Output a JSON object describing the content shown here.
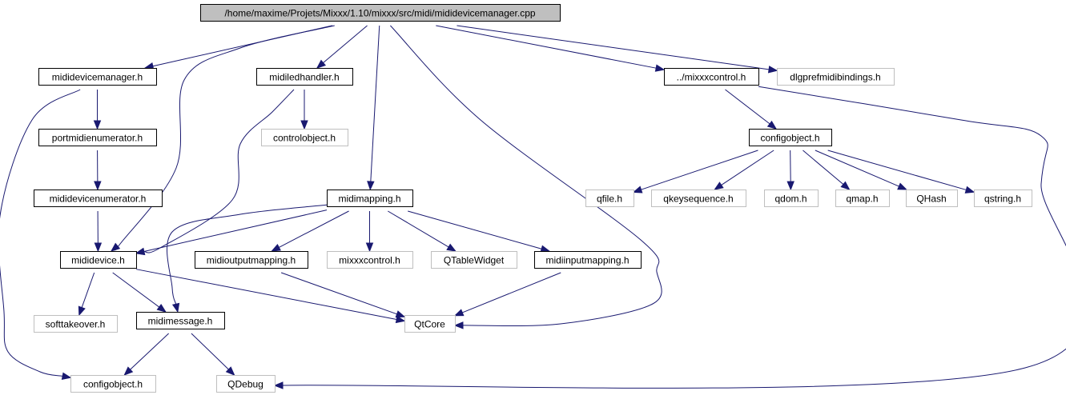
{
  "graph": {
    "colors": {
      "root_fill": "#bfbfbf",
      "node_fill": "#ffffff",
      "documented_border": "#000000",
      "external_border": "#bfbfbf",
      "edge": "#191970"
    },
    "nodes": [
      {
        "id": "root",
        "label": "/home/maxime/Projets/Mixxx/1.10/mixxx/src/midi/mididevicemanager.cpp",
        "kind": "root"
      },
      {
        "id": "mididevicemanager_h",
        "label": "mididevicemanager.h",
        "kind": "documented"
      },
      {
        "id": "midiledhandler_h",
        "label": "midiledhandler.h",
        "kind": "documented"
      },
      {
        "id": "mixxxcontrol_h_rel",
        "label": "../mixxxcontrol.h",
        "kind": "documented"
      },
      {
        "id": "dlgprefmidibindings_h",
        "label": "dlgprefmidibindings.h",
        "kind": "external"
      },
      {
        "id": "portmidienumerator_h",
        "label": "portmidienumerator.h",
        "kind": "documented"
      },
      {
        "id": "controlobject_h",
        "label": "controlobject.h",
        "kind": "external"
      },
      {
        "id": "configobject_h_mid",
        "label": "configobject.h",
        "kind": "documented"
      },
      {
        "id": "midideviceenumerator_h",
        "label": "mididevicenumerator.h",
        "kind": "documented"
      },
      {
        "id": "midimapping_h",
        "label": "midimapping.h",
        "kind": "documented"
      },
      {
        "id": "qfile_h",
        "label": "qfile.h",
        "kind": "external"
      },
      {
        "id": "qkeysequence_h",
        "label": "qkeysequence.h",
        "kind": "external"
      },
      {
        "id": "qdom_h",
        "label": "qdom.h",
        "kind": "external"
      },
      {
        "id": "qmap_h",
        "label": "qmap.h",
        "kind": "external"
      },
      {
        "id": "qhash",
        "label": "QHash",
        "kind": "external"
      },
      {
        "id": "qstring_h",
        "label": "qstring.h",
        "kind": "external"
      },
      {
        "id": "midioutputmapping_h",
        "label": "midioutputmapping.h",
        "kind": "documented"
      },
      {
        "id": "mixxxcontrol_h",
        "label": "mixxxcontrol.h",
        "kind": "external"
      },
      {
        "id": "qtablewidget",
        "label": "QTableWidget",
        "kind": "external"
      },
      {
        "id": "midiinputmapping_h",
        "label": "midiinputmapping.h",
        "kind": "documented"
      },
      {
        "id": "mididevice_h",
        "label": "mididevice.h",
        "kind": "documented"
      },
      {
        "id": "softtakeover_h",
        "label": "softtakeover.h",
        "kind": "external"
      },
      {
        "id": "midimessage_h",
        "label": "midimessage.h",
        "kind": "documented"
      },
      {
        "id": "qtcore",
        "label": "QtCore",
        "kind": "external"
      },
      {
        "id": "configobject_h_low",
        "label": "configobject.h",
        "kind": "external"
      },
      {
        "id": "qdebug",
        "label": "QDebug",
        "kind": "external"
      }
    ],
    "edges": [
      {
        "from": "root",
        "to": "mididevicemanager_h"
      },
      {
        "from": "root",
        "to": "mididevice_h"
      },
      {
        "from": "root",
        "to": "midiledhandler_h"
      },
      {
        "from": "root",
        "to": "midimapping_h"
      },
      {
        "from": "root",
        "to": "qtcore"
      },
      {
        "from": "root",
        "to": "mixxxcontrol_h_rel"
      },
      {
        "from": "root",
        "to": "dlgprefmidibindings_h"
      },
      {
        "from": "mididevicemanager_h",
        "to": "portmidienumerator_h"
      },
      {
        "from": "mididevicemanager_h",
        "to": "configobject_h_low"
      },
      {
        "from": "portmidienumerator_h",
        "to": "midideviceenumerator_h"
      },
      {
        "from": "midideviceenumerator_h",
        "to": "mididevice_h"
      },
      {
        "from": "midiledhandler_h",
        "to": "controlobject_h"
      },
      {
        "from": "midiledhandler_h",
        "to": "mididevice_h"
      },
      {
        "from": "mixxxcontrol_h_rel",
        "to": "configobject_h_mid"
      },
      {
        "from": "mixxxcontrol_h_rel",
        "to": "qdebug"
      },
      {
        "from": "configobject_h_mid",
        "to": "qfile_h"
      },
      {
        "from": "configobject_h_mid",
        "to": "qkeysequence_h"
      },
      {
        "from": "configobject_h_mid",
        "to": "qdom_h"
      },
      {
        "from": "configobject_h_mid",
        "to": "qmap_h"
      },
      {
        "from": "configobject_h_mid",
        "to": "qhash"
      },
      {
        "from": "configobject_h_mid",
        "to": "qstring_h"
      },
      {
        "from": "midimapping_h",
        "to": "mididevice_h"
      },
      {
        "from": "midimapping_h",
        "to": "midimessage_h"
      },
      {
        "from": "midimapping_h",
        "to": "midioutputmapping_h"
      },
      {
        "from": "midimapping_h",
        "to": "mixxxcontrol_h"
      },
      {
        "from": "midimapping_h",
        "to": "qtablewidget"
      },
      {
        "from": "midimapping_h",
        "to": "midiinputmapping_h"
      },
      {
        "from": "midioutputmapping_h",
        "to": "qtcore"
      },
      {
        "from": "midiinputmapping_h",
        "to": "qtcore"
      },
      {
        "from": "mididevice_h",
        "to": "softtakeover_h"
      },
      {
        "from": "mididevice_h",
        "to": "midimessage_h"
      },
      {
        "from": "mididevice_h",
        "to": "qtcore"
      },
      {
        "from": "midimessage_h",
        "to": "configobject_h_low"
      },
      {
        "from": "midimessage_h",
        "to": "qdebug"
      }
    ]
  }
}
